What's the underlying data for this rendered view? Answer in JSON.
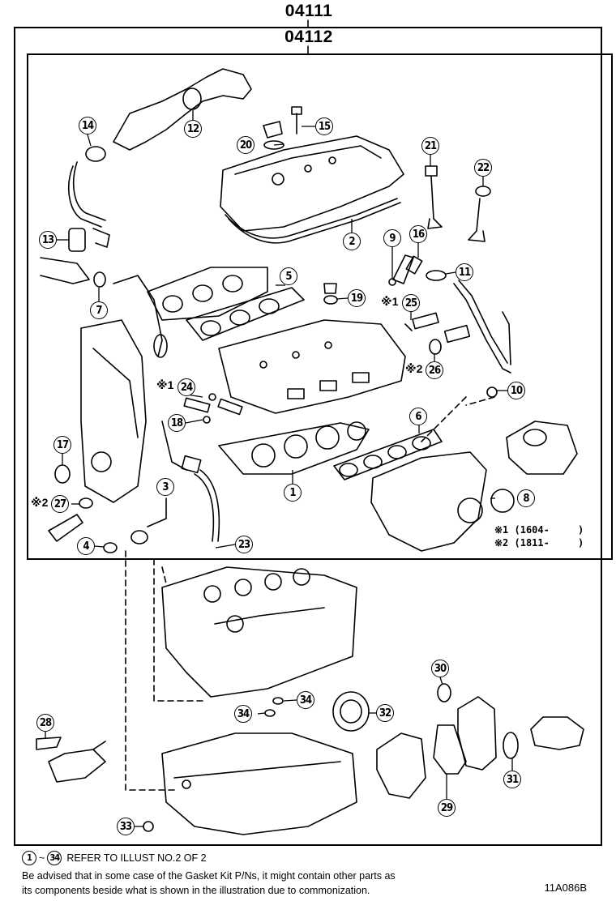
{
  "headers": {
    "outer_kit": "04111",
    "inner_kit": "04112"
  },
  "callouts": [
    "1",
    "2",
    "3",
    "4",
    "5",
    "6",
    "7",
    "8",
    "9",
    "10",
    "11",
    "12",
    "13",
    "14",
    "15",
    "16",
    "17",
    "18",
    "19",
    "20",
    "21",
    "22",
    "23",
    "24",
    "25",
    "26",
    "27",
    "28",
    "29",
    "30",
    "31",
    "32",
    "33",
    "34"
  ],
  "marks": {
    "m1": "※1",
    "m2": "※2"
  },
  "legend": {
    "l1": "※1 (1604-",
    "l1_end": ")",
    "l2": "※2 (1811-",
    "l2_end": ")"
  },
  "footer": {
    "ref_start": "1",
    "ref_end": "34",
    "ref_tilde": "~",
    "ref_text": "REFER TO ILLUST NO.2 OF 2",
    "note_line1": "Be advised that in some case of the Gasket Kit P/Ns,  it might contain other parts as",
    "note_line2": "its components beside what is shown in the illustration due to commonization.",
    "illustration_code": "11A086B"
  }
}
